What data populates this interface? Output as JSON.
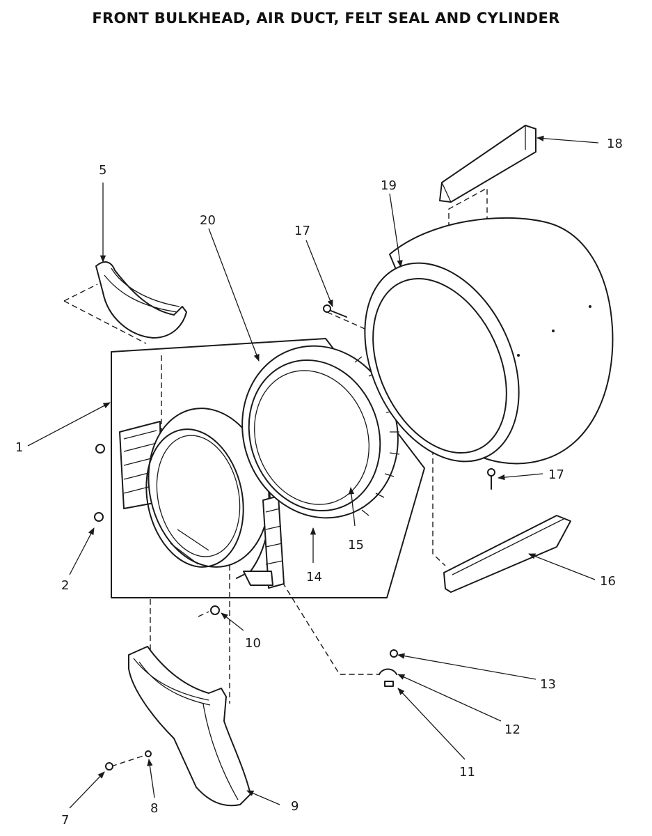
{
  "title": "FRONT BULKHEAD, AIR DUCT, FELT SEAL AND CYLINDER",
  "callouts": {
    "c1": "1",
    "c2": "2",
    "c5": "5",
    "c7": "7",
    "c8": "8",
    "c9": "9",
    "c10": "10",
    "c11": "11",
    "c12": "12",
    "c13": "13",
    "c14": "14",
    "c15": "15",
    "c16": "16",
    "c17a": "17",
    "c17b": "17",
    "c18": "18",
    "c19": "19",
    "c20": "20"
  },
  "colors": {
    "ink": "#1a1a1a",
    "paper": "#ffffff"
  }
}
